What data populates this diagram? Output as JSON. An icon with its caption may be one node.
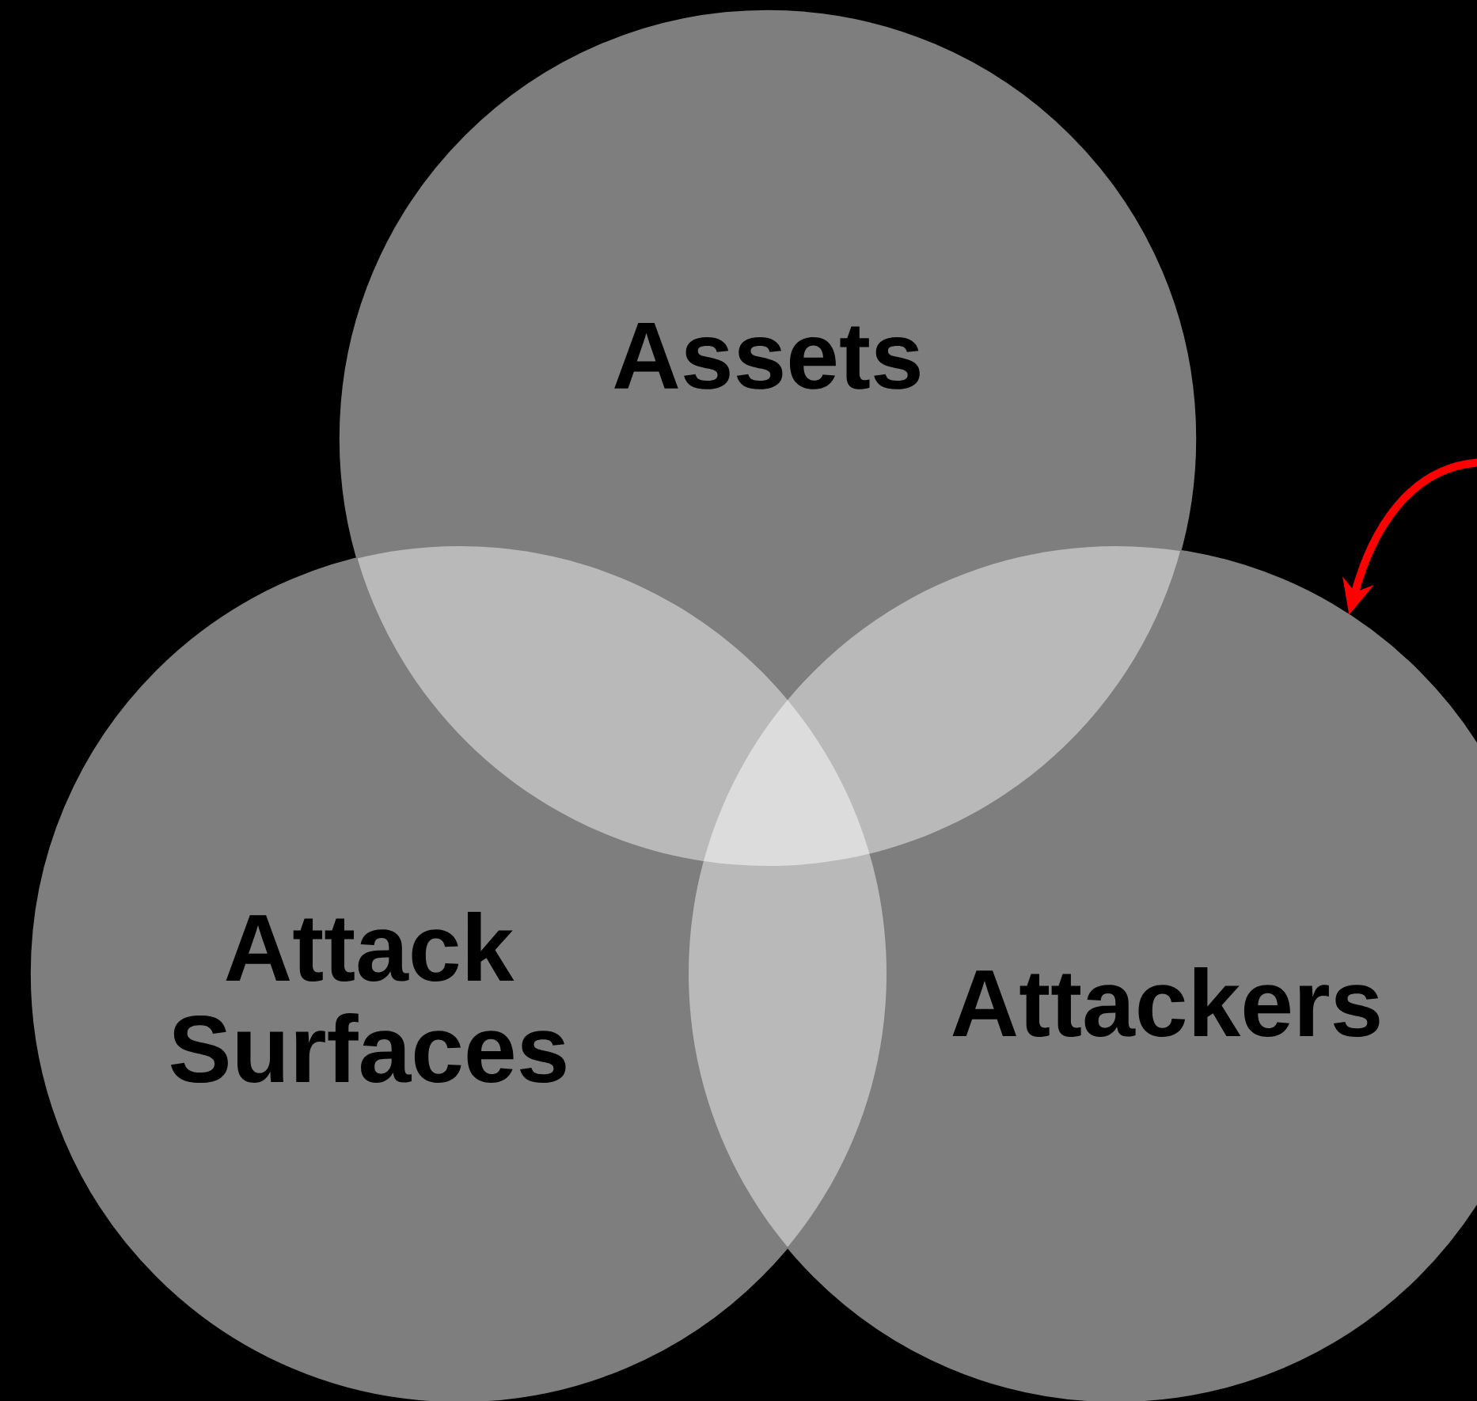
{
  "diagram": {
    "nodes": [
      {
        "text": [
          "Assets"
        ]
      },
      {
        "text": [
          "Attack Surfaces"
        ]
      },
      {
        "text": [
          "Attackers"
        ]
      }
    ],
    "edges": [
      {
        "from": null,
        "to": 2,
        "arrow": "to",
        "color": "#ff0000"
      }
    ]
  }
}
